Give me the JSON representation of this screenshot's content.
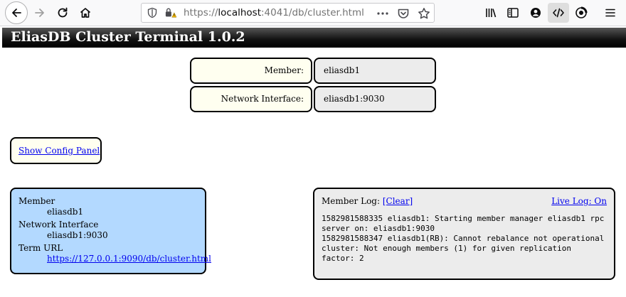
{
  "browser": {
    "url_scheme": "https://",
    "url_host": "localhost",
    "url_path": ":4041/db/cluster.html",
    "icons": [
      "back-icon",
      "forward-icon",
      "reload-icon",
      "home-icon",
      "shield-icon",
      "insecure-lock-icon",
      "page-actions-icon",
      "pocket-icon",
      "bookmark-star-icon",
      "library-icon",
      "sidebar-icon",
      "account-icon",
      "devtools-icon",
      "extension-icon",
      "menu-icon"
    ]
  },
  "page": {
    "title": "EliasDB Cluster Terminal 1.0.2",
    "member_label": "Member:",
    "member_value": "eliasdb1",
    "netif_label": "Network Interface:",
    "netif_value": "eliasdb1:9030",
    "show_config": "Show Config Panel",
    "info": {
      "member_heading": "Member",
      "member_value": "eliasdb1",
      "netif_heading": "Network Interface",
      "netif_value": "eliasdb1:9030",
      "term_heading": "Term URL",
      "term_value": "https://127.0.0.1:9090/db/cluster.html"
    },
    "log": {
      "title": "Member Log:",
      "clear": "[Clear]",
      "live": "Live Log: On",
      "text": "1582981588335 eliasdb1: Starting member manager eliasdb1 rpc server on: eliasdb1:9030\n1582981588347 eliasdb1(RB): Cannot rebalance not operational cluster: Not enough members (1) for given replication factor: 2"
    }
  }
}
